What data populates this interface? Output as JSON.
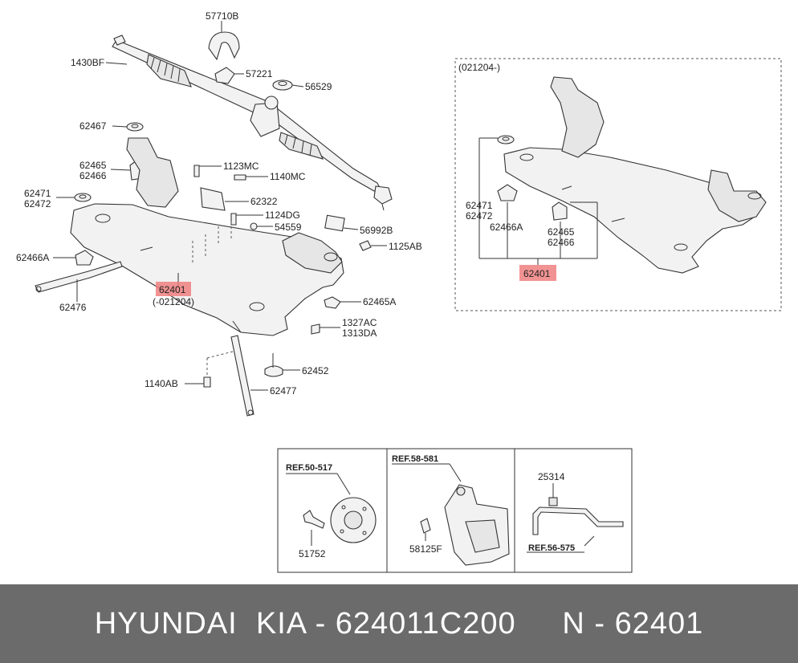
{
  "labels": {
    "l57710B": "57710B",
    "l1430BF": "1430BF",
    "l57221": "57221",
    "l56529": "56529",
    "l62467": "62467",
    "l62465": "62465",
    "l62466": "62466",
    "l1123MC": "1123MC",
    "l1140MC": "1140MC",
    "l62471": "62471",
    "l62472": "62472",
    "l62322": "62322",
    "l1124DG": "1124DG",
    "l54559": "54559",
    "l56992B": "56992B",
    "l1125AB": "1125AB",
    "l62466A": "62466A",
    "l62476": "62476",
    "l62401": "62401",
    "l021204paren": "(-021204)",
    "l62465A": "62465A",
    "l1327AC": "1327AC",
    "l1313DA": "1313DA",
    "l62452": "62452",
    "l1140AB": "1140AB",
    "l62477": "62477"
  },
  "inset": {
    "date_label": "(021204-)",
    "l62471": "62471",
    "l62472": "62472",
    "l62466A": "62466A",
    "l62465": "62465",
    "l62466": "62466",
    "l62401": "62401"
  },
  "refs": {
    "ref1": "REF.50-517",
    "ref1_part": "51752",
    "ref2": "REF.58-581",
    "ref2_part": "58125F",
    "ref3_part": "25314",
    "ref3": "REF.56-575"
  },
  "colors": {
    "highlight": "#f08080",
    "footer_bg": "#6b6b6b"
  },
  "footer": {
    "text": "HYUNDAI  KIA - 624011C200     N - 62401"
  }
}
